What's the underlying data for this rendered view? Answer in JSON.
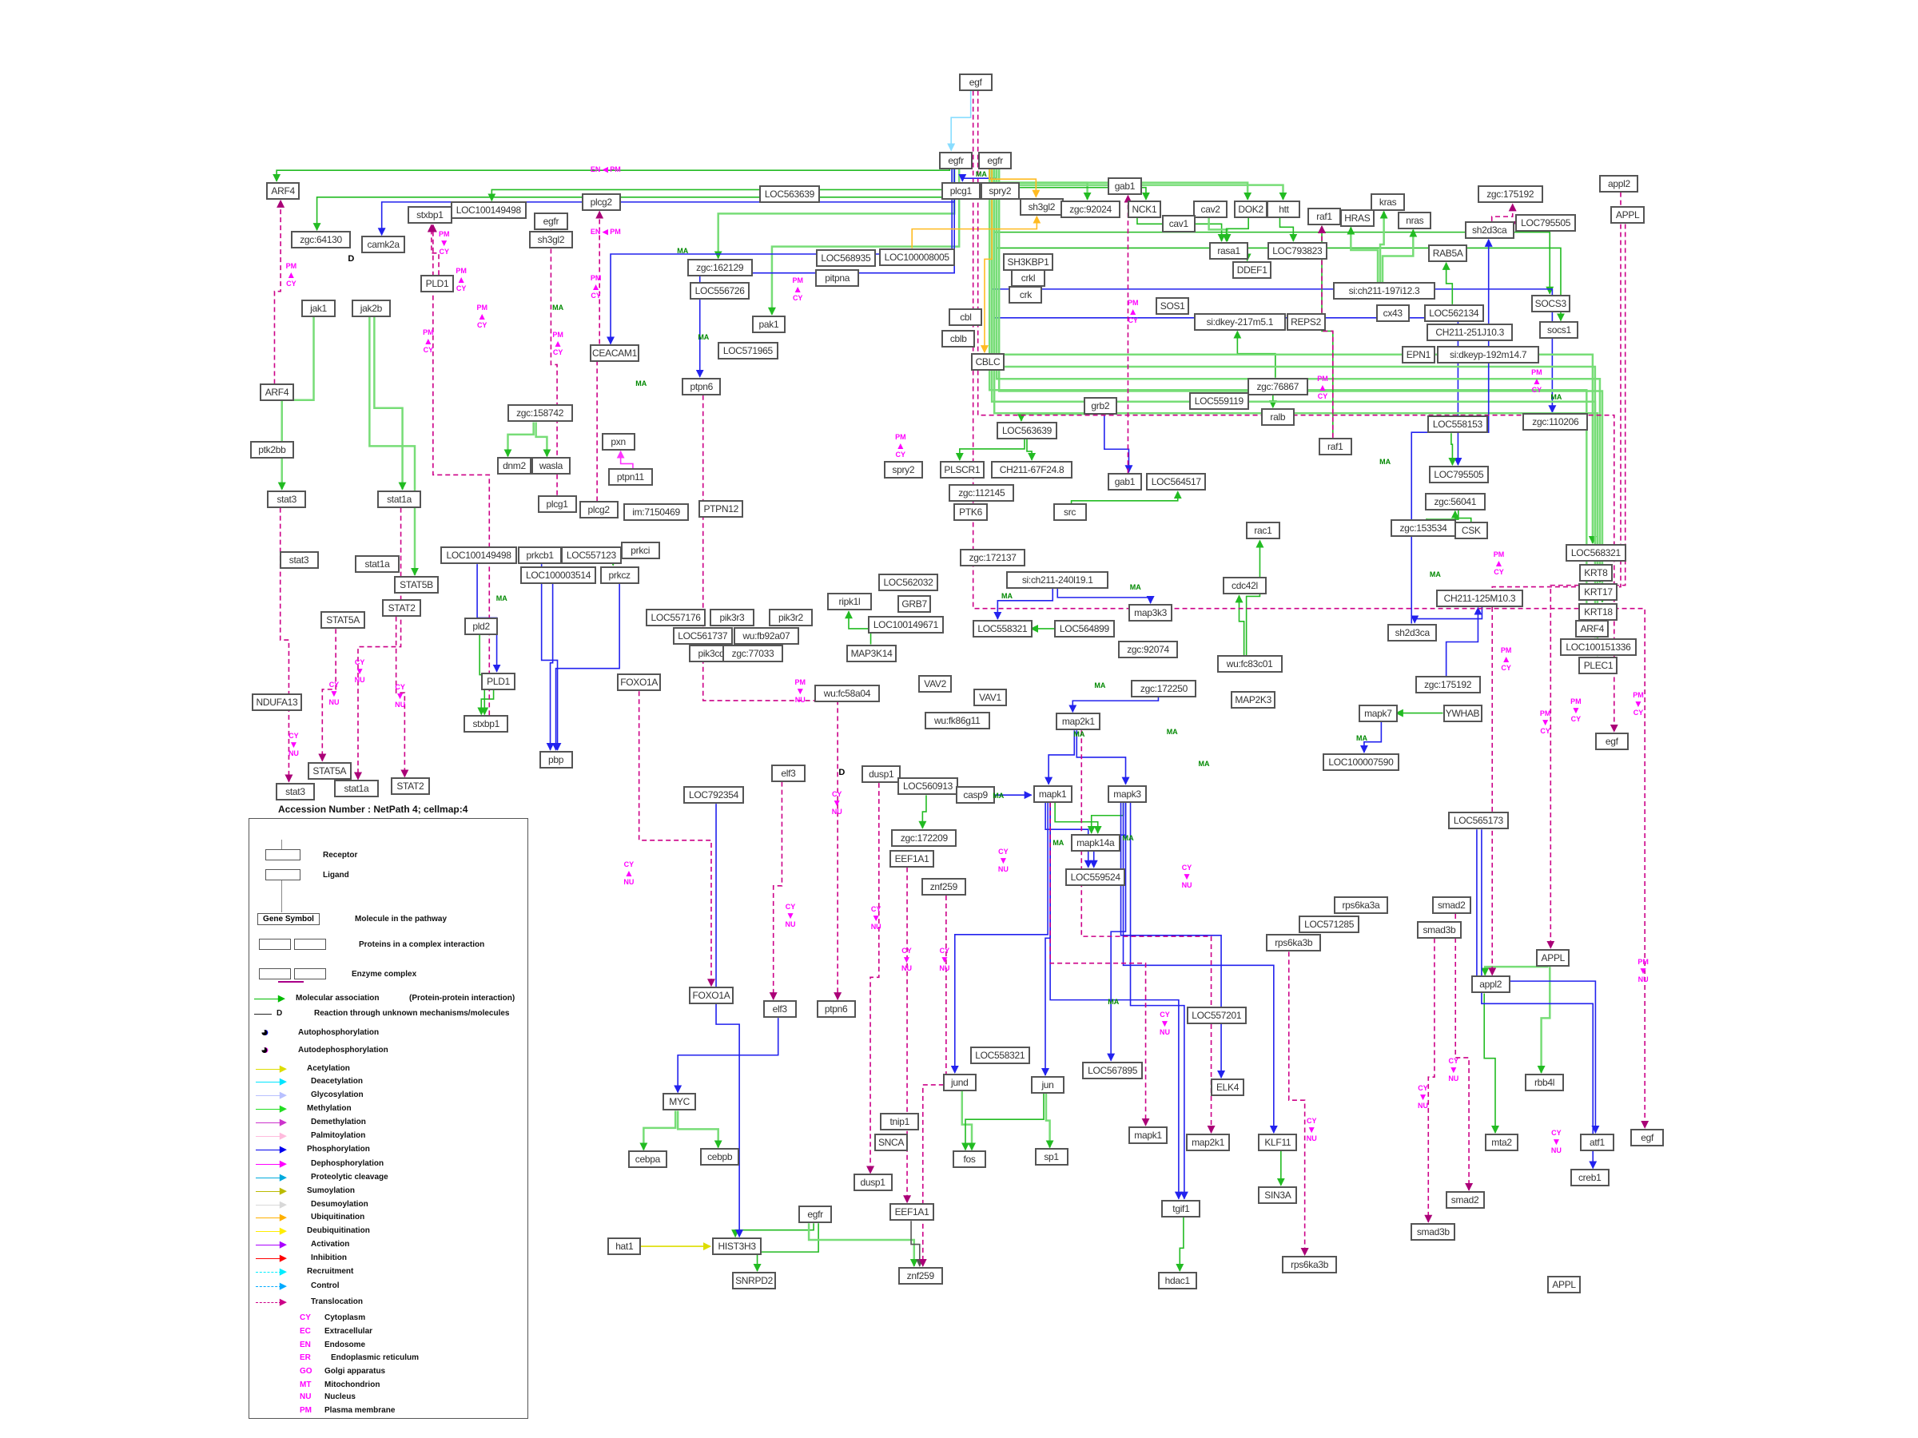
{
  "nodes": [
    "egf",
    "egfr",
    "egfr",
    "ARF4",
    "zgc:64130",
    "camk2a",
    "stxbp1",
    "LOC100149498",
    "egfr",
    "sh3gl2",
    "plcg2",
    "LOC563639",
    "jak1",
    "jak2b",
    "PLD1",
    "zgc:162129",
    "LOC556726",
    "pak1",
    "LOC571965",
    "CEACAM1",
    "ptpn6",
    "ARF4",
    "zgc:158742",
    "ptk2bb",
    "dnm2",
    "wasla",
    "pxn",
    "ptpn11",
    "stat3",
    "stat1a",
    "plcg1",
    "plcg2",
    "im:7150469",
    "PTPN12",
    "plcg1",
    "spry2",
    "sh3gl2",
    "zgc:92024",
    "gab1",
    "NCK1",
    "cav2",
    "cav1",
    "DOK2",
    "htt",
    "LOC568935",
    "LOC100008005",
    "pitpna",
    "SH3KBP1",
    "crkl",
    "crk",
    "cbl",
    "cblb",
    "CBLC",
    "SOS1",
    "rasa1",
    "DDEF1",
    "LOC793823",
    "si:dkey-217m5.1",
    "REPS2",
    "grb2",
    "zgc:76867",
    "ralb",
    "LOC559119",
    "LOC563639",
    "spry2",
    "PLSCR1",
    "CH211-67F24.8",
    "gab1",
    "LOC564517",
    "zgc:112145",
    "PTK6",
    "src",
    "raf1",
    "HRAS",
    "kras",
    "nras",
    "si:ch211-197i12.3",
    "cx43",
    "RAB5A",
    "LOC562134",
    "CH211-251J10.3",
    "EPN1",
    "si:dkeyp-192m14.7",
    "zgc:175192",
    "sh2d3ca",
    "LOC795505",
    "appl2",
    "APPL",
    "SOCS3",
    "socs1",
    "raf1",
    "LOC558153",
    "zgc:110206",
    "LOC795505",
    "zgc:56041",
    "zgc:153534",
    "CSK",
    "rac1",
    "sh2d3ca",
    "CH211-125M10.3",
    "zgc:175192",
    "YWHAB",
    "LOC568321",
    "KRT8",
    "KRT17",
    "KRT18",
    "ARF4",
    "LOC100151336",
    "PLEC1",
    "egf",
    "stat3",
    "stat1a",
    "STAT5B",
    "STAT2",
    "STAT5A",
    "LOC100149498",
    "prkcb1",
    "LOC557123",
    "prkci",
    "LOC100003514",
    "prkcz",
    "pld2",
    "LOC557176",
    "pik3r3",
    "pik3r2",
    "LOC561737",
    "wu:fb92a07",
    "pik3cd",
    "zgc:77033",
    "PLD1",
    "stxbp1",
    "NDUFA13",
    "FOXO1A",
    "pbp",
    "STAT5A",
    "stat3",
    "stat1a",
    "STAT2",
    "LOC792354",
    "elf3",
    "zgc:172137",
    "si:ch211-240l19.1",
    "ripk1l",
    "LOC562032",
    "GRB7",
    "LOC100149671",
    "MAP3K14",
    "LOC558321",
    "LOC564899",
    "map3k3",
    "zgc:92074",
    "cdc42l",
    "wu:fc83c01",
    "VAV2",
    "VAV1",
    "wu:fc58a04",
    "wu:fk86g11",
    "map2k1",
    "zgc:172250",
    "MAP2K3",
    "mapk7",
    "LOC100007590",
    "dusp1",
    "LOC560913",
    "casp9",
    "mapk1",
    "mapk3",
    "zgc:172209",
    "EEF1A1",
    "mapk14a",
    "LOC559524",
    "znf259",
    "LOC565173",
    "smad2",
    "smad3b",
    "rps6ka3a",
    "LOC571285",
    "rps6ka3b",
    "appl2",
    "APPL",
    "FOXO1A",
    "elf3",
    "ptpn6",
    "LOC557201",
    "LOC558321",
    "LOC567895",
    "jund",
    "jun",
    "ELK4",
    "rbb4l",
    "MYC",
    "tnip1",
    "SNCA",
    "cebpa",
    "cebpb",
    "fos",
    "sp1",
    "mapk1",
    "map2k1",
    "KLF11",
    "mta2",
    "atf1",
    "egf",
    "creb1",
    "dusp1",
    "SIN3A",
    "smad2",
    "tgif1",
    "egfr",
    "EEF1A1",
    "smad3b",
    "hat1",
    "HIST3H3",
    "rps6ka3b",
    "SNRPD2",
    "znf259",
    "hdac1",
    "APPL"
  ],
  "annotations": [
    {
      "text": "EN ◀ PM",
      "kind": "loc"
    },
    {
      "text": "EN ◀ PM",
      "kind": "loc"
    },
    {
      "text": "D",
      "kind": "d"
    },
    {
      "text": "D",
      "kind": "d"
    },
    {
      "text": "MA",
      "kind": "ma"
    },
    {
      "text": "MA",
      "kind": "ma"
    },
    {
      "text": "MA",
      "kind": "ma"
    },
    {
      "text": "MA",
      "kind": "ma"
    },
    {
      "text": "MA",
      "kind": "ma"
    },
    {
      "text": "MA",
      "kind": "ma"
    },
    {
      "text": "MA",
      "kind": "ma"
    },
    {
      "text": "MA",
      "kind": "ma"
    },
    {
      "text": "MA",
      "kind": "ma"
    },
    {
      "text": "MA",
      "kind": "ma"
    },
    {
      "text": "MA",
      "kind": "ma"
    },
    {
      "text": "MA",
      "kind": "ma"
    },
    {
      "text": "MA",
      "kind": "ma"
    },
    {
      "text": "MA",
      "kind": "ma"
    },
    {
      "text": "MA",
      "kind": "ma"
    },
    {
      "text": "MA",
      "kind": "ma"
    },
    {
      "text": "MA",
      "kind": "ma"
    },
    {
      "text": "MA",
      "kind": "ma"
    },
    {
      "text": "MA",
      "kind": "ma"
    },
    {
      "text": "MA",
      "kind": "ma"
    }
  ],
  "locations": [
    {
      "top": "PM",
      "bottom": "CY",
      "dir": "up"
    },
    {
      "top": "PM",
      "bottom": "CY",
      "dir": "down"
    },
    {
      "top": "PM",
      "bottom": "CY",
      "dir": "up"
    },
    {
      "top": "PM",
      "bottom": "CY",
      "dir": "up"
    },
    {
      "top": "PM",
      "bottom": "CY",
      "dir": "up"
    },
    {
      "top": "PM",
      "bottom": "CY",
      "dir": "up"
    },
    {
      "top": "PM",
      "bottom": "CY",
      "dir": "up"
    },
    {
      "top": "PM",
      "bottom": "CY",
      "dir": "up"
    },
    {
      "top": "PM",
      "bottom": "CY",
      "dir": "up"
    },
    {
      "top": "PM",
      "bottom": "CY",
      "dir": "up"
    },
    {
      "top": "PM",
      "bottom": "CY",
      "dir": "up"
    },
    {
      "top": "PM",
      "bottom": "CY",
      "dir": "up"
    },
    {
      "top": "PM",
      "bottom": "CY",
      "dir": "up"
    },
    {
      "top": "PM",
      "bottom": "CY",
      "dir": "up"
    },
    {
      "top": "CY",
      "bottom": "NU",
      "dir": "down"
    },
    {
      "top": "CY",
      "bottom": "NU",
      "dir": "down"
    },
    {
      "top": "CY",
      "bottom": "NU",
      "dir": "down"
    },
    {
      "top": "CY",
      "bottom": "NU",
      "dir": "down"
    },
    {
      "top": "CY",
      "bottom": "NU",
      "dir": "down"
    },
    {
      "top": "CY",
      "bottom": "NU",
      "dir": "down"
    },
    {
      "top": "CY",
      "bottom": "NU",
      "dir": "down"
    },
    {
      "top": "CY",
      "bottom": "NU",
      "dir": "down"
    },
    {
      "top": "CY",
      "bottom": "NU",
      "dir": "down"
    },
    {
      "top": "CY",
      "bottom": "NU",
      "dir": "down"
    },
    {
      "top": "CY",
      "bottom": "NU",
      "dir": "down"
    },
    {
      "top": "CY",
      "bottom": "NU",
      "dir": "down"
    },
    {
      "top": "CY",
      "bottom": "NU",
      "dir": "down"
    },
    {
      "top": "CY",
      "bottom": "NU",
      "dir": "down"
    },
    {
      "top": "CY",
      "bottom": "NU",
      "dir": "down"
    },
    {
      "top": "CY",
      "bottom": "NU",
      "dir": "down"
    },
    {
      "top": "PM",
      "bottom": "CY",
      "dir": "down"
    },
    {
      "top": "PM",
      "bottom": "CY",
      "dir": "down"
    },
    {
      "top": "PM",
      "bottom": "CY",
      "dir": "down"
    },
    {
      "top": "PM",
      "bottom": "NU",
      "dir": "down"
    },
    {
      "top": "PM",
      "bottom": "NU",
      "dir": "down"
    },
    {
      "top": "CY",
      "bottom": "NU",
      "dir": "up"
    }
  ],
  "legend": {
    "title": "Accession Number : NetPath 4; cellmap:4",
    "shapes": [
      {
        "label": "Receptor"
      },
      {
        "label": "Ligand"
      },
      {
        "label": "Molecule in the pathway",
        "sample": "Gene Symbol"
      },
      {
        "label": "Proteins in a complex interaction"
      },
      {
        "label": "Enzyme complex"
      }
    ],
    "association": {
      "label": "Molecular association",
      "note": "(Protein-protein interaction)",
      "color": "#00bb00"
    },
    "unknown": {
      "label": "Reaction through unknown mechanisms/molecules",
      "marker": "D"
    },
    "auto": [
      {
        "label": "Autophosphorylation",
        "color": "#0000ee"
      },
      {
        "label": "Autodephosphorylation",
        "color": "#ff00ff"
      }
    ],
    "arrows": [
      {
        "label": "Acetylation",
        "color": "#dddd00",
        "dashed": false
      },
      {
        "label": "Deacetylation",
        "color": "#00e5ff",
        "dashed": false
      },
      {
        "label": "Glycosylation",
        "color": "#b8c0ff",
        "dashed": false
      },
      {
        "label": "Methylation",
        "color": "#22dd22",
        "dashed": false
      },
      {
        "label": "Demethylation",
        "color": "#cc33cc",
        "dashed": false
      },
      {
        "label": "Palmitoylation",
        "color": "#ffbbdd",
        "dashed": false
      },
      {
        "label": "Phosphorylation",
        "color": "#0000ee",
        "dashed": false
      },
      {
        "label": "Dephosphorylation",
        "color": "#ff00ff",
        "dashed": false
      },
      {
        "label": "Proteolytic cleavage",
        "color": "#00aadd",
        "dashed": false
      },
      {
        "label": "Sumoylation",
        "color": "#bbbb00",
        "dashed": false
      },
      {
        "label": "Desumoylation",
        "color": "#d8d8d8",
        "dashed": false
      },
      {
        "label": "Ubiquitination",
        "color": "#ffb000",
        "dashed": false
      },
      {
        "label": "Deubiquitination",
        "color": "#ffee00",
        "dashed": false
      },
      {
        "label": "Activation",
        "color": "#aa00ff",
        "dashed": false
      },
      {
        "label": "Inhibition",
        "color": "#ff0000",
        "dashed": false
      },
      {
        "label": "Recruitment",
        "color": "#00eeff",
        "dashed": true
      },
      {
        "label": "Control",
        "color": "#00aaff",
        "dashed": true
      },
      {
        "label": "Translocation",
        "color": "#cc0088",
        "dashed": true
      }
    ],
    "compartments": [
      {
        "code": "CY",
        "name": "Cytoplasm"
      },
      {
        "code": "EC",
        "name": "Extracellular"
      },
      {
        "code": "EN",
        "name": "Endosome"
      },
      {
        "code": "ER",
        "name": "Endoplasmic reticulum"
      },
      {
        "code": "GO",
        "name": "Golgi apparatus"
      },
      {
        "code": "MT",
        "name": "Mitochondrion"
      },
      {
        "code": "NU",
        "name": "Nucleus"
      },
      {
        "code": "PM",
        "name": "Plasma membrane"
      }
    ]
  },
  "colors": {
    "association": "#00bb00",
    "phosphorylation": "#0000ee",
    "dephosphorylation": "#ff00ff",
    "translocation": "#cc0088",
    "location_code": "#ff00ff",
    "ma_label": "#008800"
  }
}
